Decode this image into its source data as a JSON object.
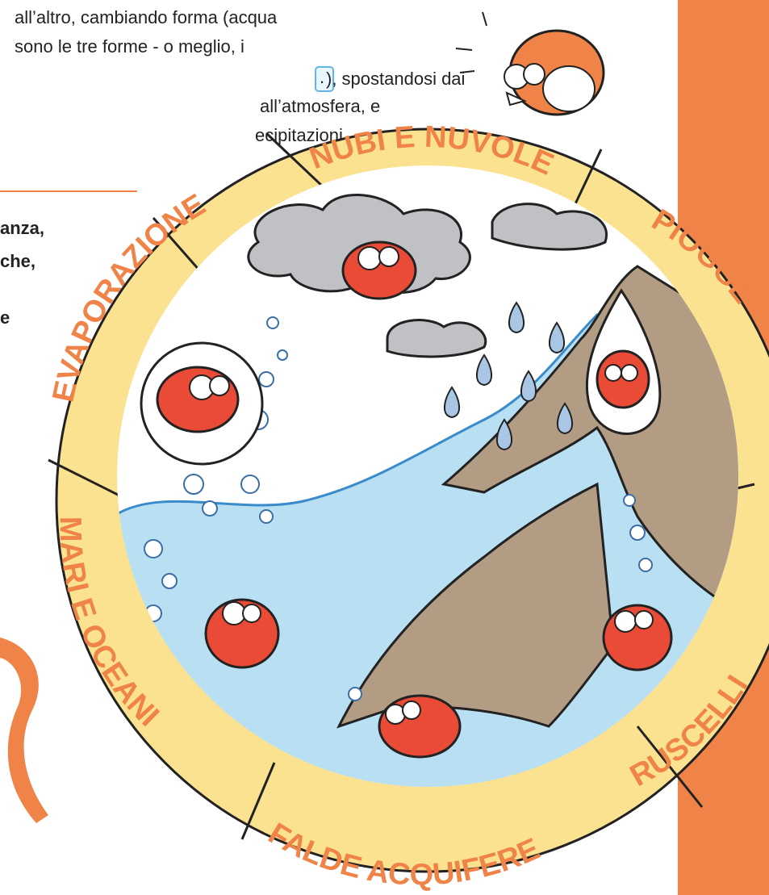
{
  "text": {
    "line1": "all’altro, cambiando forma (acqua",
    "line2": "sono le tre forme - o meglio, i",
    "line3": "), spostandosi dai",
    "line4": "all’atmosfera, e",
    "line5": "ecipitazioni.",
    "highlight": "."
  },
  "left_fragments": {
    "f1": "anza,",
    "f2": "che,",
    "f3": "e"
  },
  "cycle": {
    "stages": [
      "NUBI E NUVOLE",
      "PIOGGE",
      "RUSCELLI",
      "FALDE ACQUIFERE",
      "MARI E OCEANI",
      "EVAPORAZIONE"
    ]
  },
  "colors": {
    "ring": "#fbe291",
    "ring_text": "#f08347",
    "stripe": "#f08347",
    "sea": "#b9dff3",
    "land": "#b39c84",
    "cloud": "#bfc1c4",
    "fish": "#ea4b37",
    "drop": "#a9c6e4"
  },
  "icons": [
    "bird-icon",
    "fish-icon",
    "cloud-icon",
    "drop-icon"
  ]
}
